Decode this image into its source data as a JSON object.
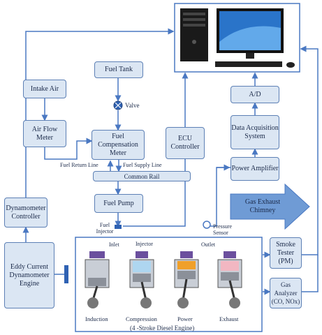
{
  "boxes": {
    "fuel_tank": "Fuel Tank",
    "intake_air": "Intake Air",
    "air_flow_meter": "Air Flow Meter",
    "fuel_comp_meter": "Fuel Compensation Meter",
    "ecu": "ECU Controller",
    "common_rail": "Common Rail",
    "fuel_pump": "Fuel Pump",
    "dyno_controller": "Dynamometer Controller",
    "eddy_engine": "Eddy Current Dynamometer Engine",
    "ad": "A/D",
    "daq": "Data Acquisition System",
    "power_amp": "Power Amplifier",
    "gas_chimney": "Gas Exhaust Chimney",
    "smoke_tester": "Smoke Tester (PM)",
    "gas_analyzer": "Gas Analyzer (CO, NOx)"
  },
  "labels": {
    "valve": "Valve",
    "fuel_return": "Fuel Return Line",
    "fuel_supply": "Fuel Supply Line",
    "fuel_injector": "Fuel Injector",
    "pressure_sensor": "Pressure Sensor",
    "inlet": "Inlet",
    "injector": "Injector",
    "outlet": "Outlet",
    "engine_caption": "(4 -Stroke Diesel Engine)"
  },
  "strokes": [
    "Induction",
    "Compression",
    "Power",
    "Exhaust"
  ],
  "colors": {
    "box_fill": "#dbe6f3",
    "box_border": "#5d80b5",
    "line": "#4a78c2",
    "arrow_fill": "#6f9bd5"
  }
}
